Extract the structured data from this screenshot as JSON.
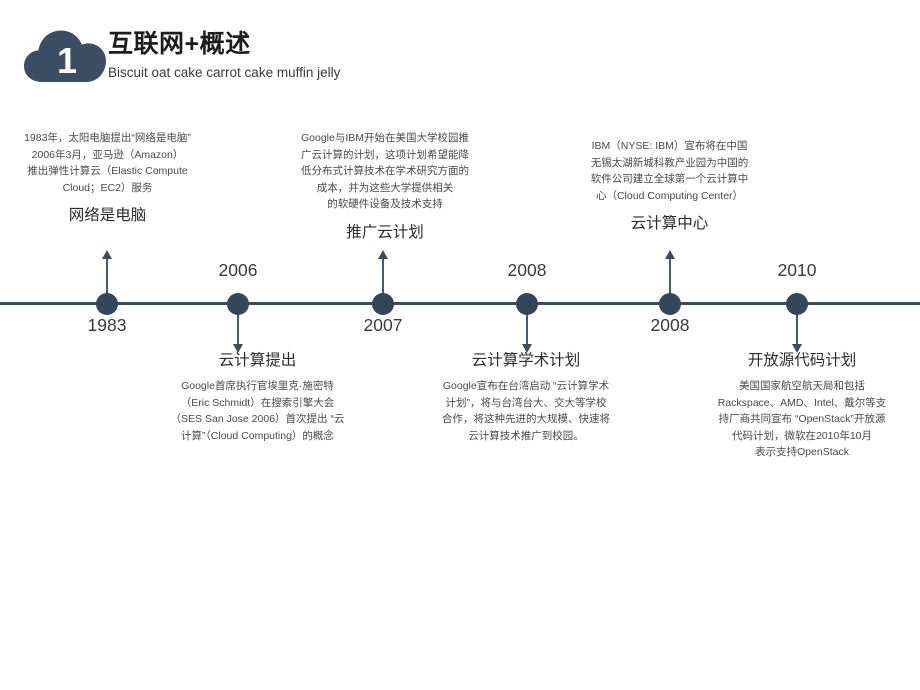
{
  "header": {
    "badge_number": "1",
    "badge_icon": "cloud-icon",
    "title": "互联网+概述",
    "subtitle": "Biscuit oat cake carrot cake muffin jelly"
  },
  "colors": {
    "accent_dark": "#33465c",
    "axis": "#3c4c60",
    "body_text": "#4a4a4a",
    "heading_text": "#2c2c2c"
  },
  "timeline": {
    "nodes": [
      {
        "id": "node-1983",
        "year": "1983",
        "year_position": "below",
        "direction": "up",
        "heading": "网络是电脑",
        "body": [
          "1983年，太阳电脑提出“网络是电脑”",
          "2006年3月，亚马逊（Amazon）",
          "推出弹性计算云（Elastic Compute",
          "Cloud；EC2）服务"
        ]
      },
      {
        "id": "node-2006",
        "year": "2006",
        "year_position": "above",
        "direction": "down",
        "heading": "云计算提出",
        "body": [
          "Google首席执行官埃里克·施密特",
          "（Eric Schmidt）在搜索引擎大会",
          "（SES San Jose 2006）首次提出 “云",
          "计算”（Cloud Computing）的概念"
        ]
      },
      {
        "id": "node-2007",
        "year": "2007",
        "year_position": "below",
        "direction": "up",
        "heading": "推广云计划",
        "body": [
          "Google与IBM开始在美国大学校园推",
          "广云计算的计划，这项计划希望能降",
          "低分布式计算技术在学术研究方面的",
          "成本，并为这些大学提供相关",
          "的软硬件设备及技术支持"
        ]
      },
      {
        "id": "node-2008a",
        "year": "2008",
        "year_position": "above",
        "direction": "down",
        "heading": "云计算学术计划",
        "body": [
          "Google宣布在台湾启动 “云计算学术",
          "计划”，将与台湾台大、交大等学校",
          "合作，将这种先进的大规模、快速将",
          "云计算技术推广到校园。"
        ]
      },
      {
        "id": "node-2008b",
        "year": "2008",
        "year_position": "below",
        "direction": "up",
        "heading": "云计算中心",
        "body": [
          "IBM（NYSE: IBM）宣布将在中国",
          "无锡太湖新城科教产业园为中国的",
          "软件公司建立全球第一个云计算中",
          "心（Cloud Computing Center）"
        ]
      },
      {
        "id": "node-2010",
        "year": "2010",
        "year_position": "above",
        "direction": "down",
        "heading": "开放源代码计划",
        "body": [
          "美国国家航空航天局和包括",
          "Rackspace、AMD、Intel、戴尔等支",
          "持厂商共同宣布 “OpenStack”开放源",
          "代码计划，微软在2010年10月",
          "表示支持OpenStack"
        ]
      }
    ]
  }
}
